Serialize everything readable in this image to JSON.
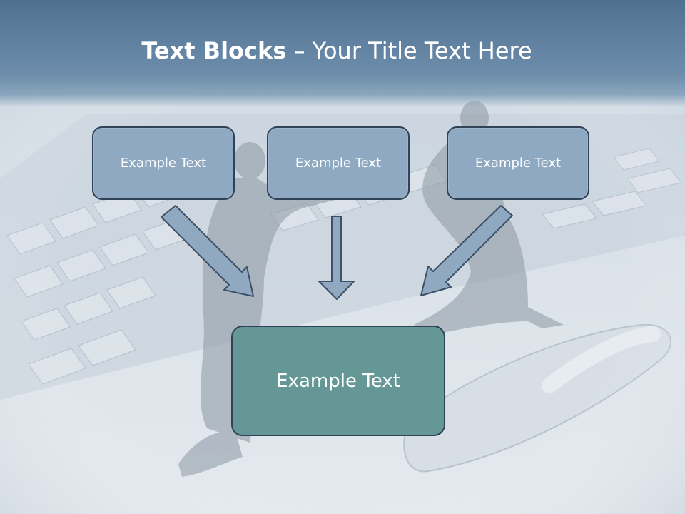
{
  "title": {
    "bold": "Text Blocks",
    "dash": " – ",
    "rest": "Your Title Text Here"
  },
  "blocks": {
    "left": "Example Text",
    "center": "Example Text",
    "right": "Example Text",
    "bottom": "Example Text"
  },
  "colors": {
    "title_band": "#5f7f9e",
    "small_box_fill": "#8fa9c2",
    "big_box_fill": "#659797",
    "box_border": "#2f4256",
    "arrow_fill": "#91a9c0",
    "arrow_stroke": "#3c5167"
  }
}
